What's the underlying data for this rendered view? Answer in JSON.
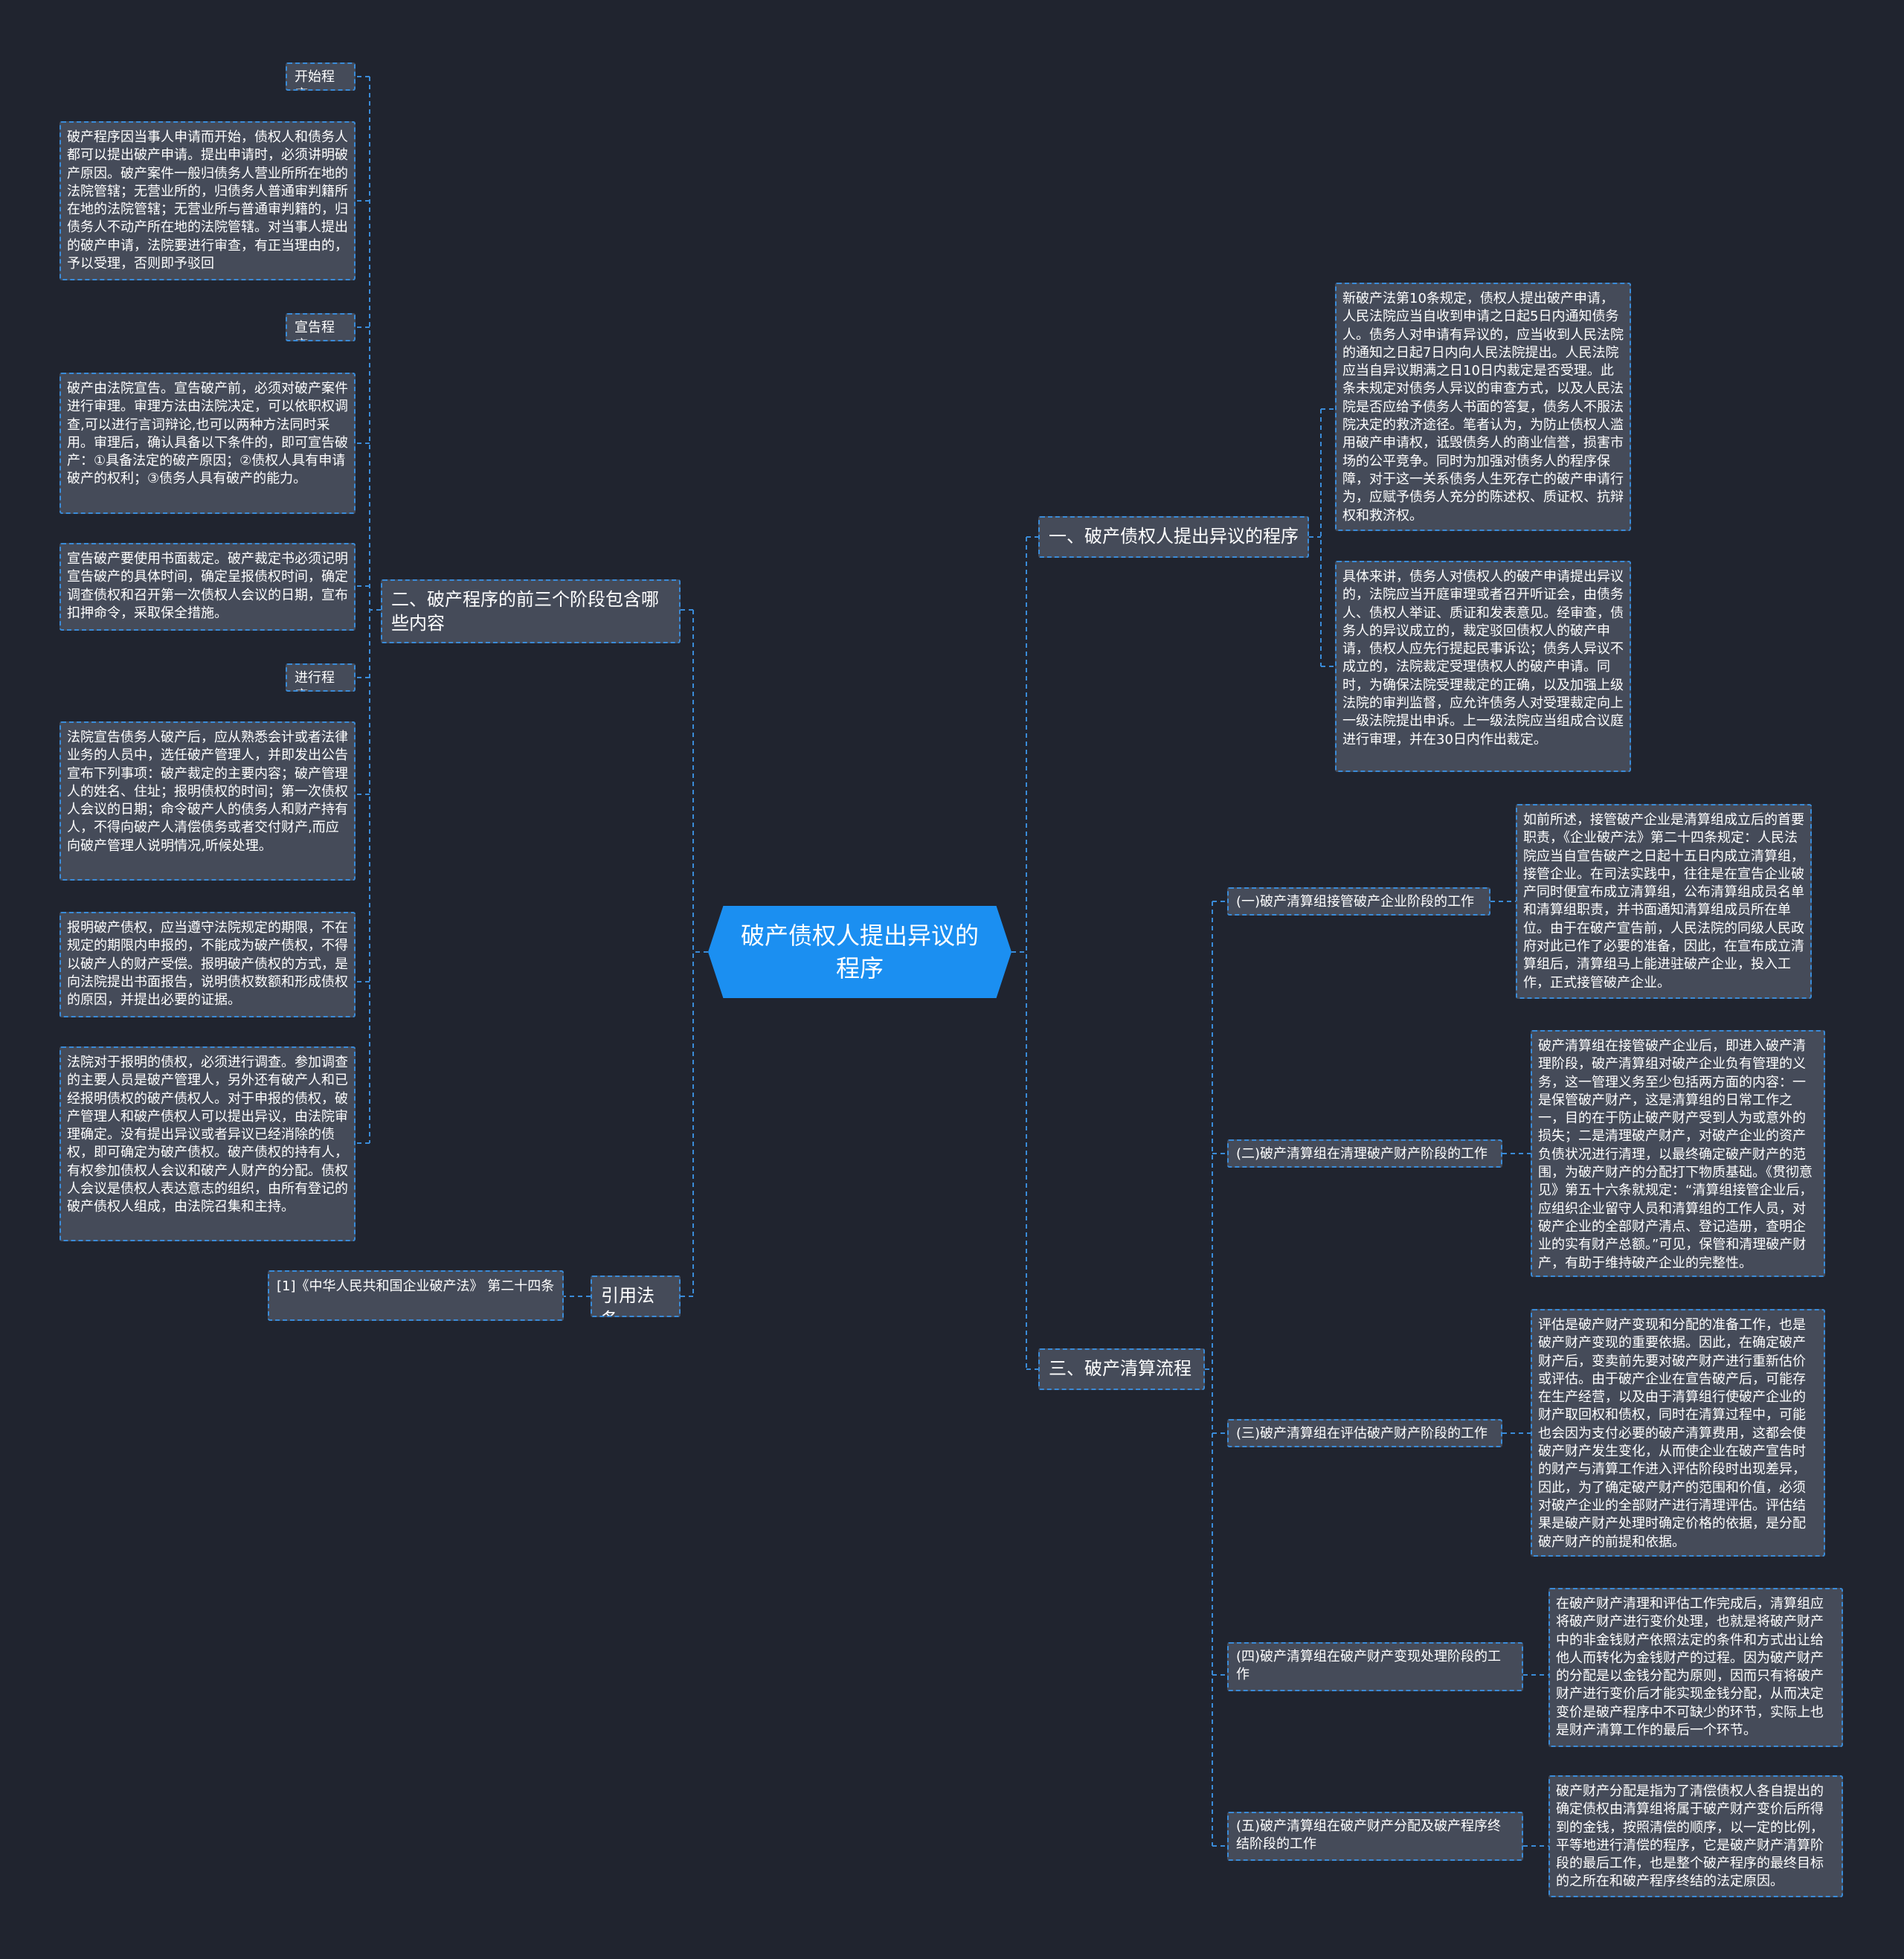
{
  "root": {
    "title": "破产债权人提出异议的程序"
  },
  "branches": {
    "b1": {
      "title": "一、破产债权人提出异议的程序",
      "p1": "新破产法第10条规定，债权人提出破产申请，人民法院应当自收到申请之日起5日内通知债务人。债务人对申请有异议的，应当收到人民法院的通知之日起7日内向人民法院提出。人民法院应当自异议期满之日10日内裁定是否受理。此条未规定对债务人异议的审查方式，以及人民法院是否应给予债务人书面的答复，债务人不服法院决定的救济途径。笔者认为，为防止债权人滥用破产申请权，诋毁债务人的商业信誉，损害市场的公平竞争。同时为加强对债务人的程序保障，对于这一关系债务人生死存亡的破产申请行为，应赋予债务人充分的陈述权、质证权、抗辩权和救济权。",
      "p2": "具体来讲，债务人对债权人的破产申请提出异议的，法院应当开庭审理或者召开听证会，由债务人、债权人举证、质证和发表意见。经审查，债务人的异议成立的，裁定驳回债权人的破产申请，债权人应先行提起民事诉讼；债务人异议不成立的，法院裁定受理债权人的破产申请。同时，为确保法院受理裁定的正确，以及加强上级法院的审判监督，应允许债务人对受理裁定向上一级法院提出申诉。上一级法院应当组成合议庭进行审理，并在30日内作出裁定。"
    },
    "b2": {
      "title": "二、破产程序的前三个阶段包含哪些内容",
      "l1": "开始程序",
      "t1": "破产程序因当事人申请而开始，债权人和债务人都可以提出破产申请。提出申请时，必须讲明破产原因。破产案件一般归债务人营业所所在地的法院管辖；无营业所的，归债务人普通审判籍所在地的法院管辖；无营业所与普通审判籍的，归债务人不动产所在地的法院管辖。对当事人提出的破产申请，法院要进行审查，有正当理由的，予以受理，否则即予驳回",
      "l2": "宣告程序",
      "t2": "破产由法院宣告。宣告破产前，必须对破产案件进行审理。审理方法由法院决定，可以依职权调查,可以进行言词辩论,也可以两种方法同时采用。审理后，确认具备以下条件的，即可宣告破产：①具备法定的破产原因；②债权人具有申请破产的权利；③债务人具有破产的能力。",
      "t3": "宣告破产要使用书面裁定。破产裁定书必须记明宣告破产的具体时间，确定呈报债权时间，确定调查债权和召开第一次债权人会议的日期，宣布扣押命令，采取保全措施。",
      "l3": "进行程序",
      "t4": "法院宣告债务人破产后，应从熟悉会计或者法律业务的人员中，选任破产管理人，并即发出公告宣布下列事项：破产裁定的主要内容；破产管理人的姓名、住址；报明债权的时间；第一次债权人会议的日期；命令破产人的债务人和财产持有人，不得向破产人清偿债务或者交付财产,而应向破产管理人说明情况,听候处理。",
      "t5": "报明破产债权，应当遵守法院规定的期限，不在规定的期限内申报的，不能成为破产债权，不得以破产人的财产受偿。报明破产债权的方式，是向法院提出书面报告，说明债权数额和形成债权的原因，并提出必要的证据。",
      "t6": "法院对于报明的债权，必须进行调查。参加调查的主要人员是破产管理人，另外还有破产人和已经报明债权的破产债权人。对于申报的债权，破产管理人和破产债权人可以提出异议，由法院审理确定。没有提出异议或者异议已经消除的债权，即可确定为破产债权。破产债权的持有人，有权参加债权人会议和破产人财产的分配。债权人会议是债权人表达意志的组织，由所有登记的破产债权人组成，由法院召集和主持。"
    },
    "b3": {
      "title": "引用法条",
      "cite": "[1]《中华人民共和国企业破产法》 第二十四条"
    },
    "b4": {
      "title": "三、破产清算流程",
      "s1": "(一)破产清算组接管破产企业阶段的工作",
      "d1": "如前所述，接管破产企业是清算组成立后的首要职责，《企业破产法》第二十四条规定：人民法院应当自宣告破产之日起十五日内成立清算组，接管企业。在司法实践中，往往是在宣告企业破产同时便宣布成立清算组，公布清算组成员名单和清算组职责，并书面通知清算组成员所在单位。由于在破产宣告前，人民法院的同级人民政府对此已作了必要的准备，因此，在宣布成立清算组后，清算组马上能进驻破产企业，投入工作，正式接管破产企业。",
      "s2": "(二)破产清算组在清理破产财产阶段的工作",
      "d2": "破产清算组在接管破产企业后，即进入破产清理阶段，破产清算组对破产企业负有管理的义务，这一管理义务至少包括两方面的内容：一是保管破产财产，这是清算组的日常工作之一，目的在于防止破产财产受到人为或意外的损失；二是清理破产财产，对破产企业的资产负债状况进行清理，以最终确定破产财产的范围，为破产财产的分配打下物质基础。《贯彻意见》第五十六条就规定：“清算组接管企业后，应组织企业留守人员和清算组的工作人员，对破产企业的全部财产清点、登记造册，查明企业的实有财产总额。”可见，保管和清理破产财产，有助于维持破产企业的完整性。",
      "s3": "(三)破产清算组在评估破产财产阶段的工作",
      "d3": "评估是破产财产变现和分配的准备工作，也是破产财产变现的重要依据。因此，在确定破产财产后，变卖前先要对破产财产进行重新估价或评估。由于破产企业在宣告破产后，可能存在生产经营，以及由于清算组行使破产企业的财产取回权和债权，同时在清算过程中，可能也会因为支付必要的破产清算费用，这都会使破产财产发生变化，从而使企业在破产宣告时的财产与清算工作进入评估阶段时出现差异，因此，为了确定破产财产的范围和价值，必须对破产企业的全部财产进行清理评估。评估结果是破产财产处理时确定价格的依据，是分配破产财产的前提和依据。",
      "s4": "(四)破产清算组在破产财产变现处理阶段的工作",
      "d4": "在破产财产清理和评估工作完成后，清算组应将破产财产进行变价处理，也就是将破产财产中的非金钱财产依照法定的条件和方式出让给他人而转化为金钱财产的过程。因为破产财产的分配是以金钱分配为原则，因而只有将破产财产进行变价后才能实现金钱分配，从而决定变价是破产程序中不可缺少的环节，实际上也是财产清算工作的最后一个环节。",
      "s5": "(五)破产清算组在破产财产分配及破产程序终结阶段的工作",
      "d5": "破产财产分配是指为了清偿债权人各自提出的确定债权由清算组将属于破产财产变价后所得到的金钱，按照清偿的顺序，以一定的比例，平等地进行清偿的程序，它是破产财产清算阶段的最后工作，也是整个破产程序的最终目标的之所在和破产程序终结的法定原因。"
    }
  },
  "colors": {
    "background": "#20242f",
    "root": "#1b8ff1",
    "node": "#454b59",
    "line": "#3a8bd8",
    "text": "#ffffff"
  }
}
